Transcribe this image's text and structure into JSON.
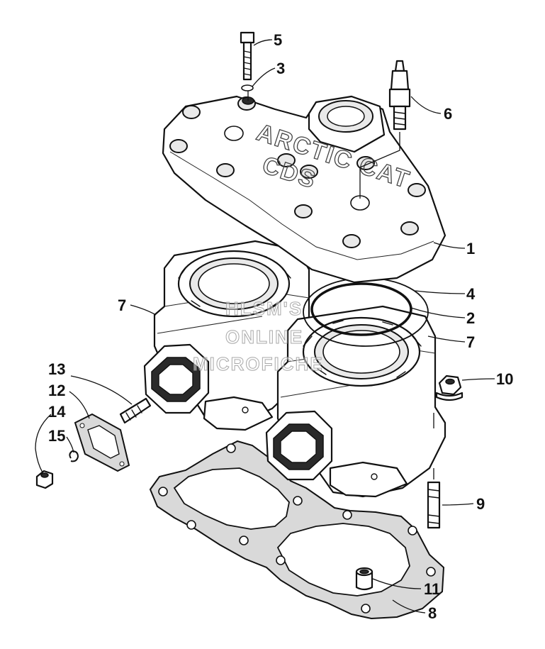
{
  "diagram": {
    "callouts": [
      {
        "id": "c5",
        "label": "5"
      },
      {
        "id": "c3",
        "label": "3"
      },
      {
        "id": "c6",
        "label": "6"
      },
      {
        "id": "c1",
        "label": "1"
      },
      {
        "id": "c4",
        "label": "4"
      },
      {
        "id": "c2",
        "label": "2"
      },
      {
        "id": "c7a",
        "label": "7"
      },
      {
        "id": "c7b",
        "label": "7"
      },
      {
        "id": "c10",
        "label": "10"
      },
      {
        "id": "c13",
        "label": "13"
      },
      {
        "id": "c12",
        "label": "12"
      },
      {
        "id": "c14",
        "label": "14"
      },
      {
        "id": "c15",
        "label": "15"
      },
      {
        "id": "c9",
        "label": "9"
      },
      {
        "id": "c11",
        "label": "11"
      },
      {
        "id": "c8",
        "label": "8"
      }
    ],
    "head_casting_mark": "ARCTIC CAT",
    "head_model_mark": "CDS"
  },
  "watermark": {
    "line1": "HLSM'S",
    "line2": "ONLINE",
    "line3": "MICROFICHE"
  },
  "colors": {
    "ink": "#111111",
    "gasket_fill": "#d9d9d9",
    "background": "#ffffff"
  }
}
